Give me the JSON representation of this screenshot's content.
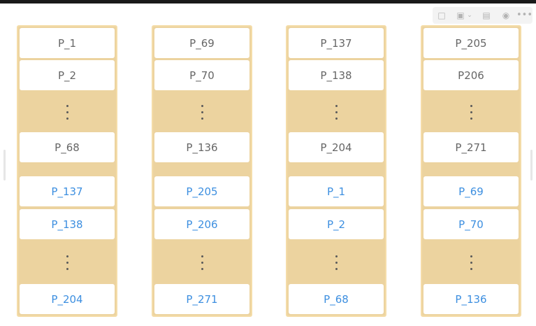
{
  "columns": [
    {
      "cells": [
        "P_1",
        "P_2",
        "P_68",
        "P_137",
        "P_138",
        "P_204"
      ]
    },
    {
      "cells": [
        "P_69",
        "P_70",
        "P_136",
        "P_205",
        "P_206",
        "P_271"
      ]
    },
    {
      "cells": [
        "P_137",
        "P_138",
        "P_204",
        "P_1",
        "P_2",
        "P_68"
      ]
    },
    {
      "cells": [
        "P_205",
        "P206",
        "P_271",
        "P_69",
        "P_70",
        "P_136"
      ]
    }
  ],
  "colors": {
    "column_fill": "#ecd39f",
    "column_border": "#f4dca8",
    "text_gray": "#666666",
    "text_blue": "#3d8fe0"
  },
  "toolbar_icons": [
    "comment-icon",
    "frame-icon",
    "chevron-down-icon",
    "save-icon",
    "record-icon",
    "more-icon"
  ]
}
